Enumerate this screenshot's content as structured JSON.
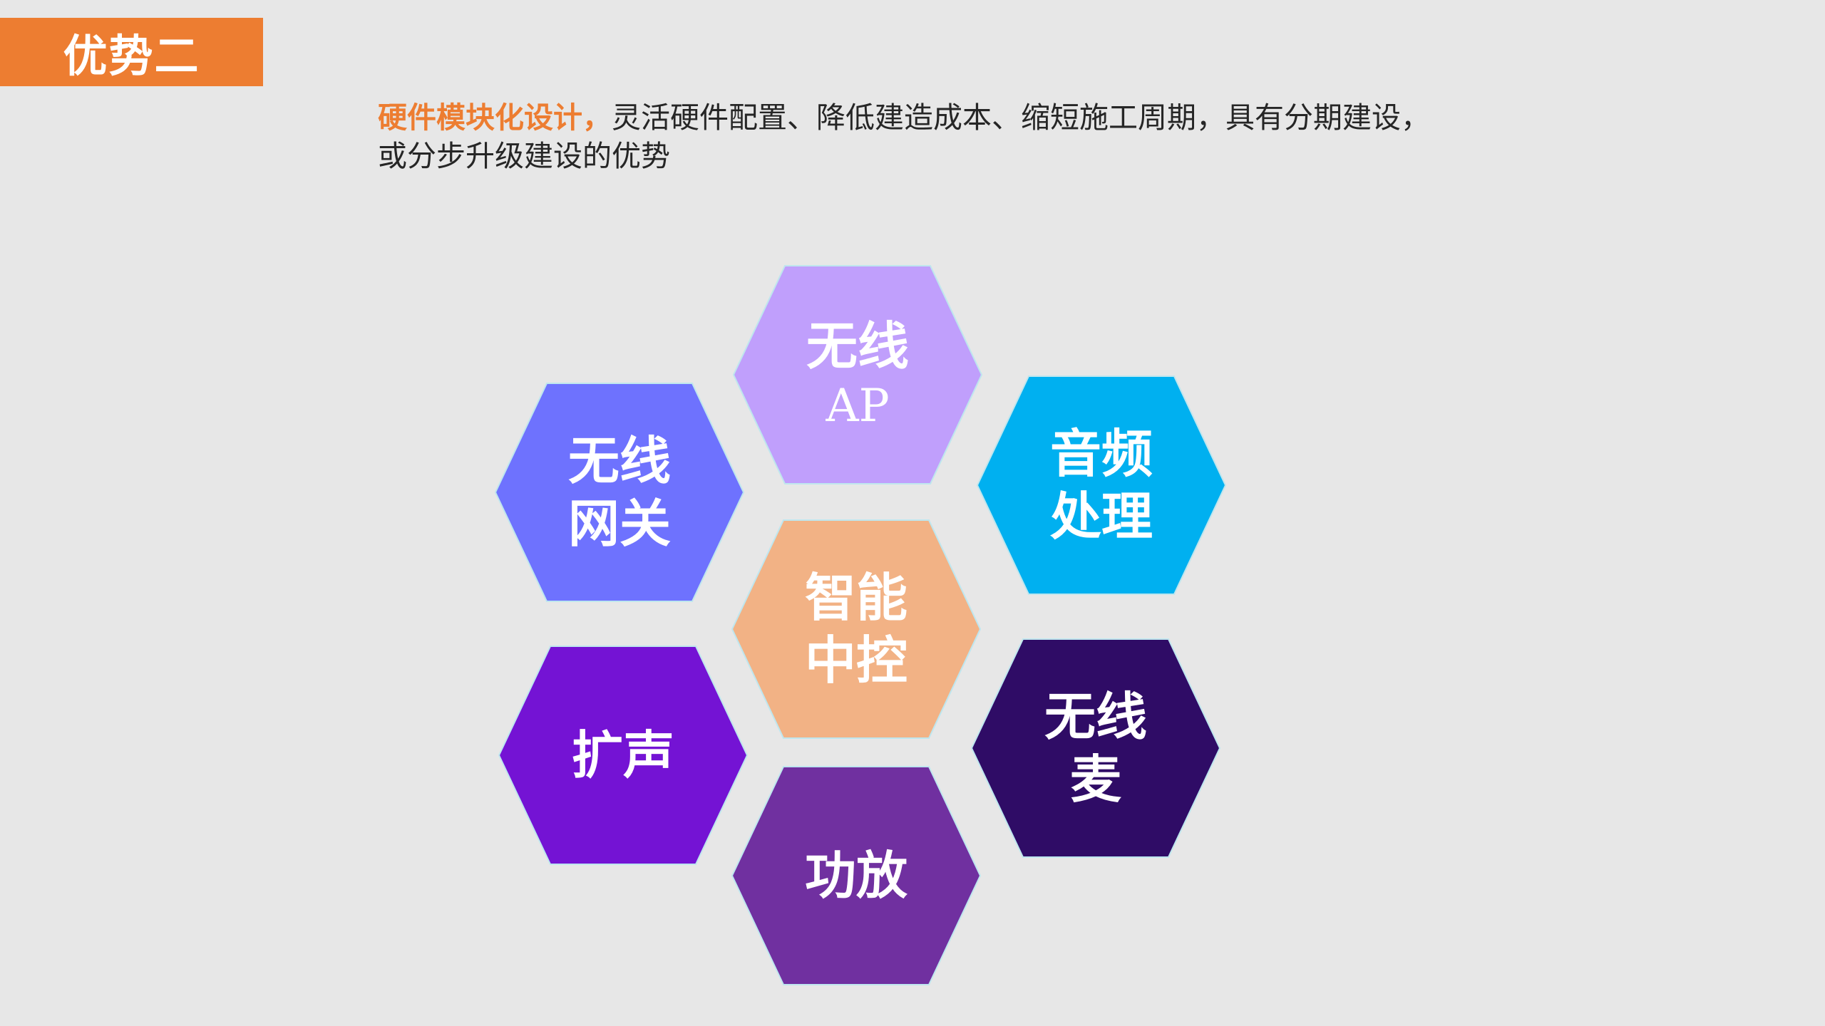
{
  "header": {
    "title": "优势二"
  },
  "description": {
    "highlight": "硬件模块化设计，",
    "text": "灵活硬件配置、降低建造成本、缩短施工周期，具有分期建设，或分步升级建设的优势"
  },
  "hexagons": [
    {
      "line1": "无线",
      "line2": "AP",
      "color": "#c09ffc"
    },
    {
      "line1": "无线",
      "line2": "网关",
      "color": "#6e72fe"
    },
    {
      "line1": "音频",
      "line2": "处理",
      "color": "#00b0f0"
    },
    {
      "line1": "智能",
      "line2": "中控",
      "color": "#f2b285"
    },
    {
      "line1": "扩声",
      "color": "#7413d4"
    },
    {
      "line1": "无线",
      "line2": "麦",
      "color": "#2f0c66"
    },
    {
      "line1": "功放",
      "color": "#7030a0"
    }
  ]
}
